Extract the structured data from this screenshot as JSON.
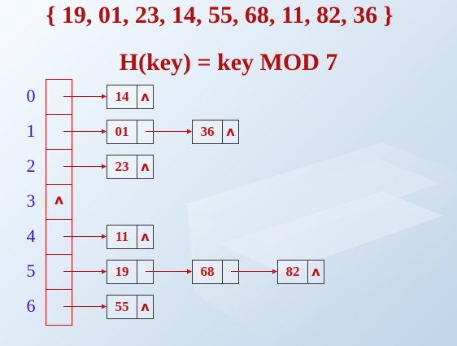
{
  "title": "{ 19, 01, 23, 14, 55, 68, 11, 82, 36 }",
  "formula": "H(key) = key MOD 7",
  "null_symbol": "ʌ",
  "colors": {
    "text_red": "#b01010",
    "index_blue": "#3a10c8",
    "border_red": "#d01010"
  },
  "buckets": [
    {
      "index": "0",
      "chain": [
        "14"
      ]
    },
    {
      "index": "1",
      "chain": [
        "01",
        "36"
      ]
    },
    {
      "index": "2",
      "chain": [
        "23"
      ]
    },
    {
      "index": "3",
      "chain": []
    },
    {
      "index": "4",
      "chain": [
        "11"
      ]
    },
    {
      "index": "5",
      "chain": [
        "19",
        "68",
        "82"
      ]
    },
    {
      "index": "6",
      "chain": [
        "55"
      ]
    }
  ]
}
